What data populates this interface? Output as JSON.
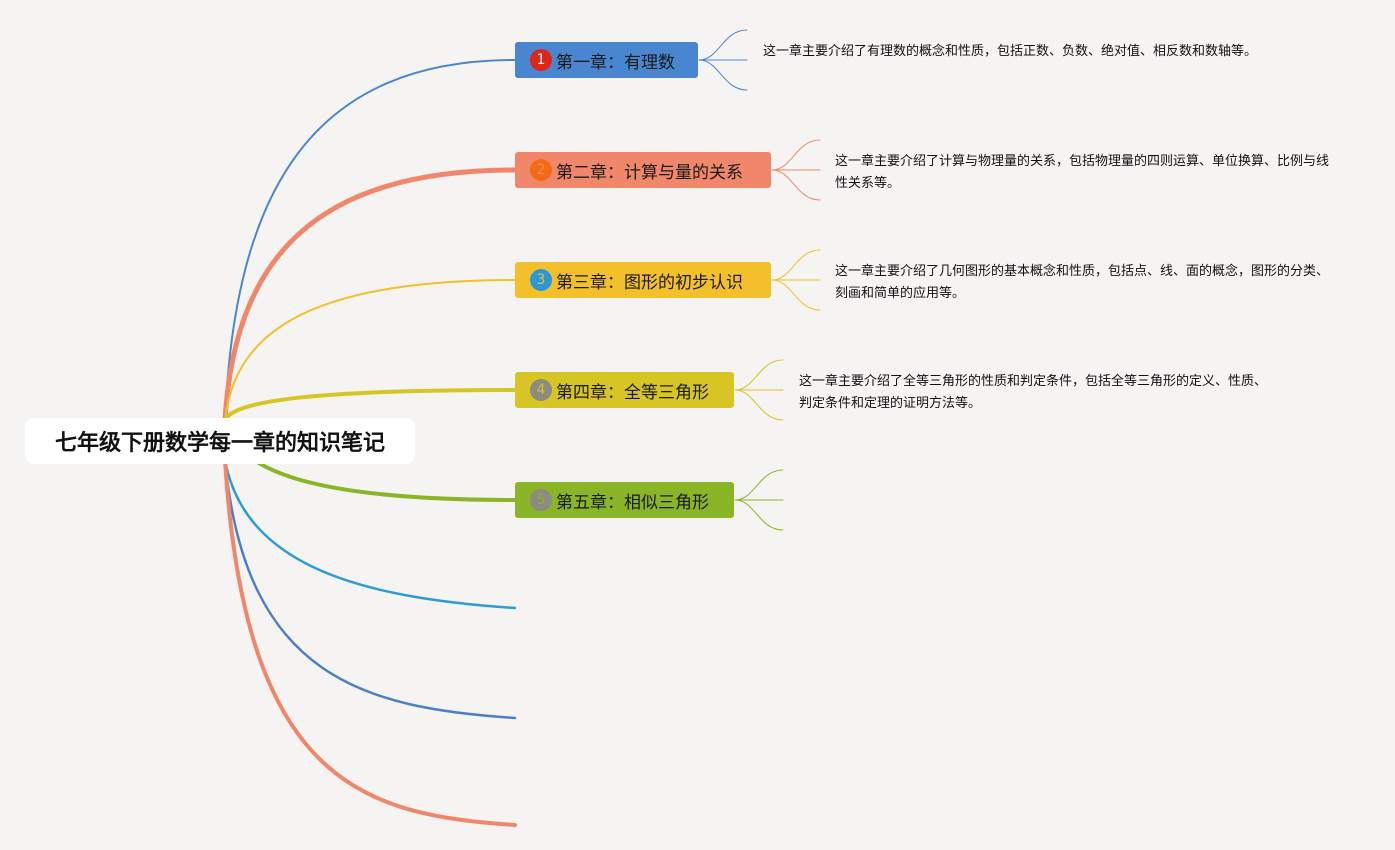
{
  "root": {
    "title": "七年级下册数学每一章的知识笔记"
  },
  "topics": [
    {
      "badge": "1",
      "label": "第一章：有理数",
      "note": "这一章主要介绍了有理数的概念和性质，包括正数、负数、绝对值、相反数和数轴等。",
      "color": "#4a86d0",
      "badge_bg": "#e02418",
      "badge_fg": "#ffffff"
    },
    {
      "badge": "2",
      "label": "第二章：计算与量的关系",
      "note": "这一章主要介绍了计算与物理量的关系，包括物理量的四则运算、单位换算、比例与线性关系等。",
      "color": "#f0876a",
      "badge_bg": "#f26b14",
      "badge_fg": "#f0876a"
    },
    {
      "badge": "3",
      "label": "第三章：图形的初步认识",
      "note": "这一章主要介绍了几何图形的基本概念和性质，包括点、线、面的概念，图形的分类、刻画和简单的应用等。",
      "color": "#f3bf2b",
      "badge_bg": "#2a98d6",
      "badge_fg": "#f3bf2b"
    },
    {
      "badge": "4",
      "label": "第四章：全等三角形",
      "note": "这一章主要介绍了全等三角形的性质和判定条件，包括全等三角形的定义、性质、判定条件和定理的证明方法等。",
      "color": "#d6c523",
      "badge_bg": "#8c8a83",
      "badge_fg": "#d6c523"
    },
    {
      "badge": "5",
      "label": "第五章：相似三角形",
      "note": "",
      "color": "#8ab527",
      "badge_bg": "#8c8a83",
      "badge_fg": "#8ab527"
    }
  ],
  "extra_branch_colors": [
    "#2a9cd6",
    "#4a7fc9",
    "#f0876a"
  ]
}
